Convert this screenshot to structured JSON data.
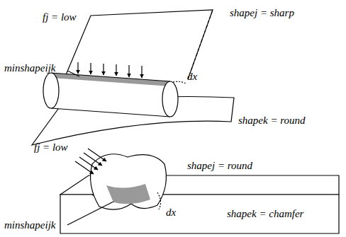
{
  "diagram": {
    "labels": [
      "fj = low",
      "shapej = sharp",
      "minshapeijk",
      "dx",
      "shapek = round",
      "fj = low",
      "shapej = round",
      "minshapeijk",
      "dx",
      "shapek = chamfer"
    ]
  }
}
